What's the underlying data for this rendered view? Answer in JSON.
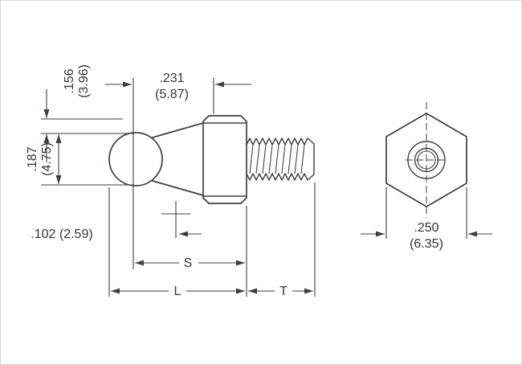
{
  "meta": {
    "line_color": "#3a4045",
    "text_color": "#30353a",
    "background": "#ffffff"
  },
  "labels": {
    "d156_in": ".156",
    "d156_mm": "(3.96)",
    "d231_in": ".231",
    "d231_mm": "(5.87)",
    "d187_in": ".187",
    "d187_mm": "(4.75)",
    "d102": ".102 (2.59)",
    "s": "S",
    "l": "L",
    "t": "T",
    "d250_in": ".250",
    "d250_mm": "(6.35)"
  }
}
